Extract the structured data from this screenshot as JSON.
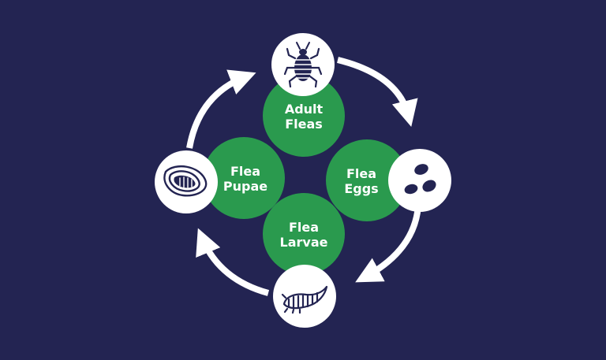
{
  "colors": {
    "background": "#232452",
    "stage_circle": "#2a9a4e",
    "icon_circle": "#ffffff",
    "icon_ink": "#232452",
    "arrow": "#ffffff"
  },
  "stages": [
    {
      "line1": "Adult",
      "line2": "Fleas",
      "icon": "adult-flea-icon"
    },
    {
      "line1": "Flea",
      "line2": "Eggs",
      "icon": "flea-eggs-icon"
    },
    {
      "line1": "Flea",
      "line2": "Larvae",
      "icon": "flea-larva-icon"
    },
    {
      "line1": "Flea",
      "line2": "Pupae",
      "icon": "flea-pupa-icon"
    }
  ]
}
